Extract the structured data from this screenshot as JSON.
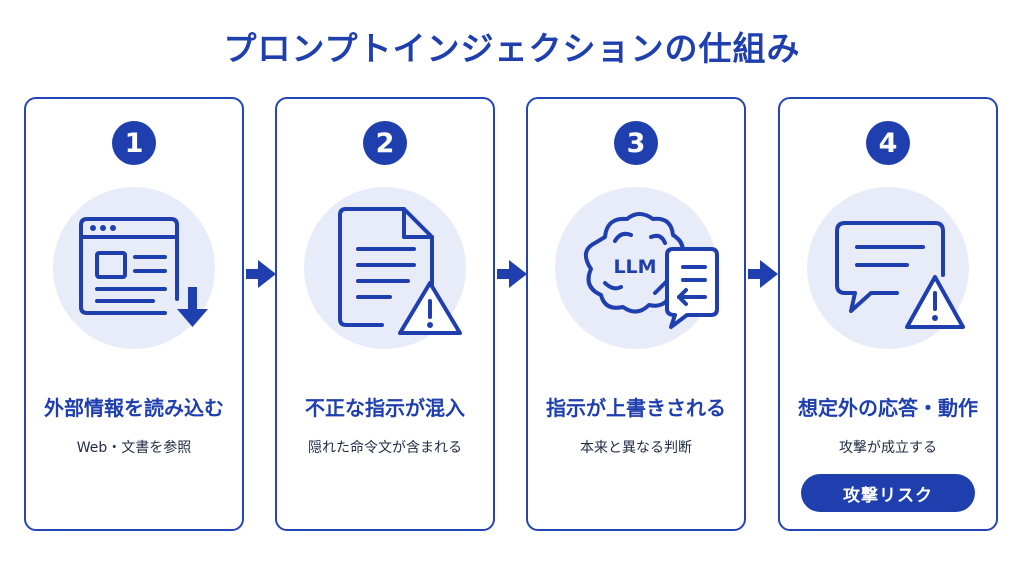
{
  "title": "プロンプトインジェクションの仕組み",
  "steps": [
    {
      "number": "1",
      "title": "外部情報を読み込む",
      "subtitle": "Web・文書を参照",
      "icon": "browser-download-icon"
    },
    {
      "number": "2",
      "title": "不正な指示が混入",
      "subtitle": "隠れた命令文が含まれる",
      "icon": "document-warning-icon"
    },
    {
      "number": "3",
      "title": "指示が上書きされる",
      "subtitle": "本来と異なる判断",
      "icon": "brain-llm-icon",
      "icon_text": "LLM"
    },
    {
      "number": "4",
      "title": "想定外の応答・動作",
      "subtitle": "攻撃が成立する",
      "icon": "chat-warning-icon",
      "badge": "攻撃リスク"
    }
  ],
  "colors": {
    "primary": "#1f3fae",
    "icon_bg": "#e8ecf9",
    "text": "#1f2a44"
  }
}
